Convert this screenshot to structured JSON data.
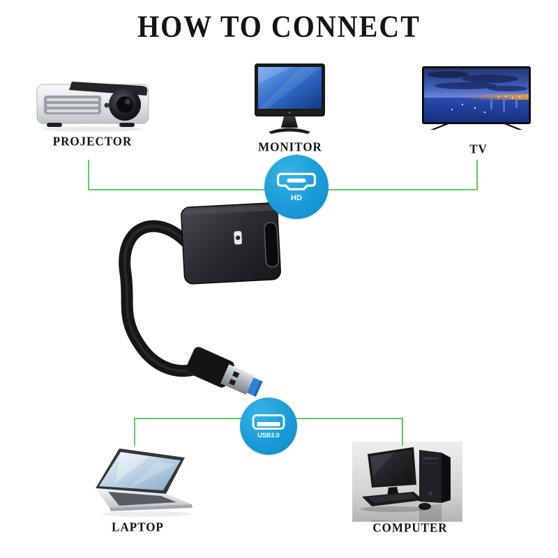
{
  "title": "HOW TO CONNECT",
  "devices": {
    "projector": {
      "label": "PROJECTOR"
    },
    "monitor": {
      "label": "MONITOR"
    },
    "tv": {
      "label": "TV"
    },
    "laptop": {
      "label": "LAPTOP"
    },
    "computer": {
      "label": "COMPUTER"
    }
  },
  "connectors": {
    "hdmi": {
      "label": "HD",
      "icon": "hdmi-port-icon"
    },
    "usb": {
      "label": "USB3.0",
      "icon": "usb-port-icon"
    }
  },
  "center_item": {
    "icon": "usb-to-hdmi-adapter"
  },
  "colors": {
    "badge_blue": "#1a9bd7",
    "line_green": "#5ecb5e",
    "text_black": "#141414",
    "usb_plug_blue": "#2f80d8"
  }
}
